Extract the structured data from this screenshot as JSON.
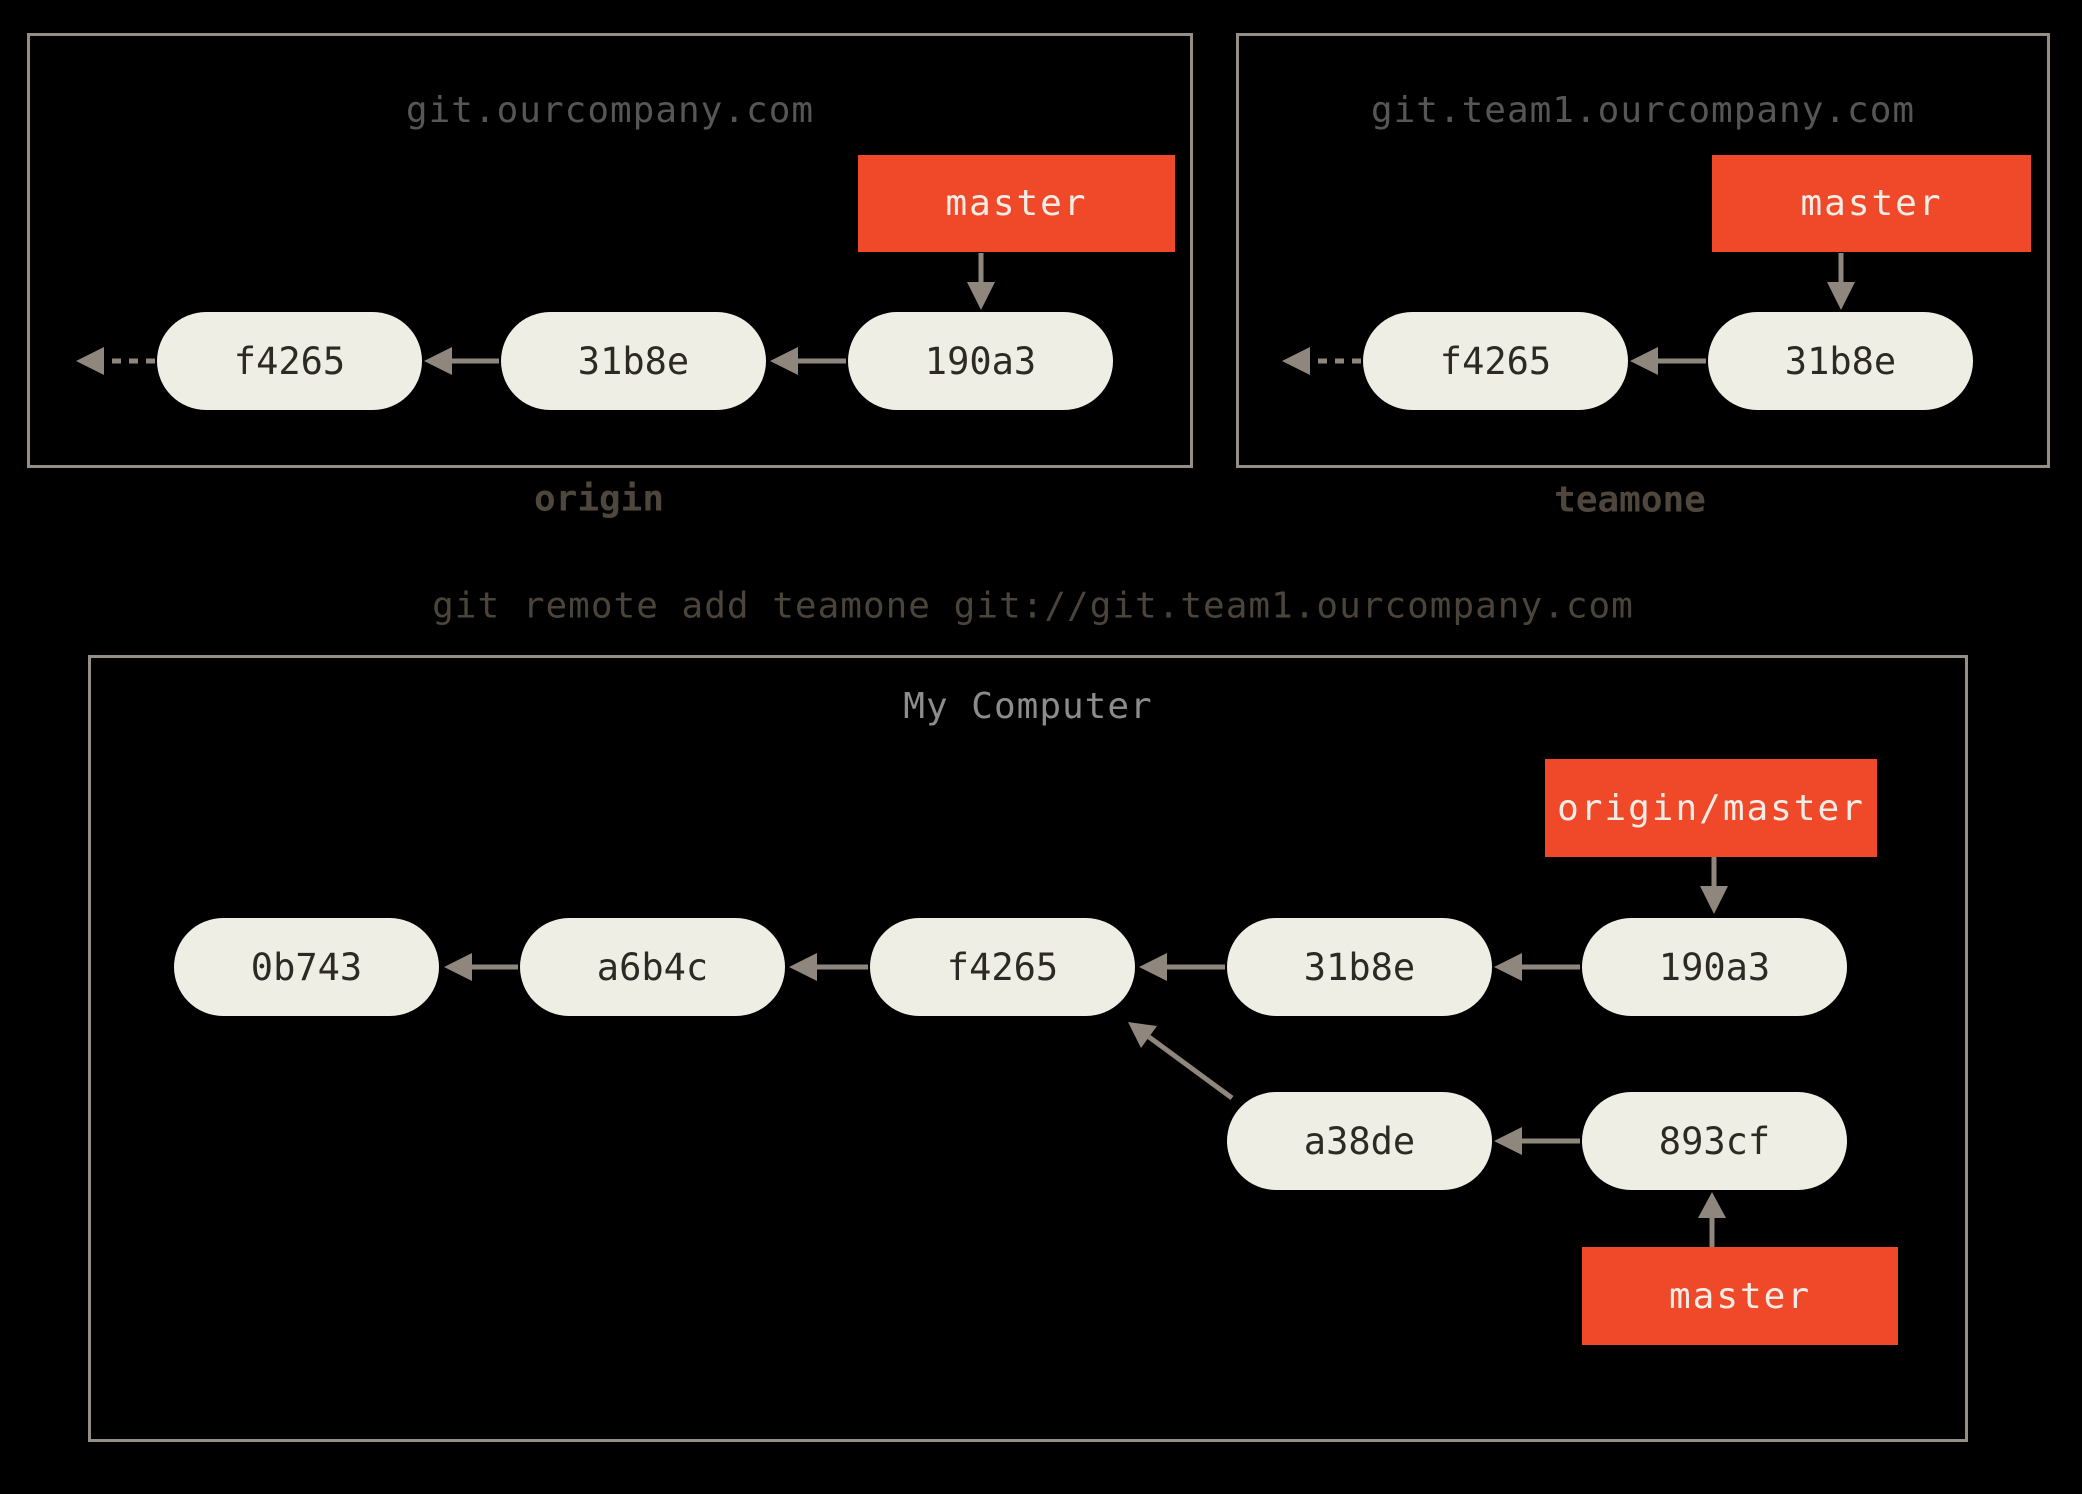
{
  "remotes": [
    {
      "title": "git.ourcompany.com",
      "caption": "origin",
      "branch_label": "master",
      "commits": [
        "f4265",
        "31b8e",
        "190a3"
      ]
    },
    {
      "title": "git.team1.ourcompany.com",
      "caption": "teamone",
      "branch_label": "master",
      "commits": [
        "f4265",
        "31b8e"
      ]
    }
  ],
  "command": "git remote add teamone git://git.team1.ourcompany.com",
  "local": {
    "title": "My Computer",
    "remote_tracking_label": "origin/master",
    "branch_label": "master",
    "main_commits": [
      "0b743",
      "a6b4c",
      "f4265",
      "31b8e",
      "190a3"
    ],
    "branch_commits": [
      "a38de",
      "893cf"
    ]
  },
  "colors": {
    "background": "#000000",
    "box_border": "#958e86",
    "commit_fill": "#efeee5",
    "commit_text": "#2d2a25",
    "branch_label_fill": "#f0492a",
    "branch_label_text": "#f1ede6",
    "arrow": "#8f877d",
    "remote_title_text": "#565656",
    "local_title_text": "#8c8c8c",
    "caption_text": "#4f473d",
    "command_text": "#4b443b"
  }
}
